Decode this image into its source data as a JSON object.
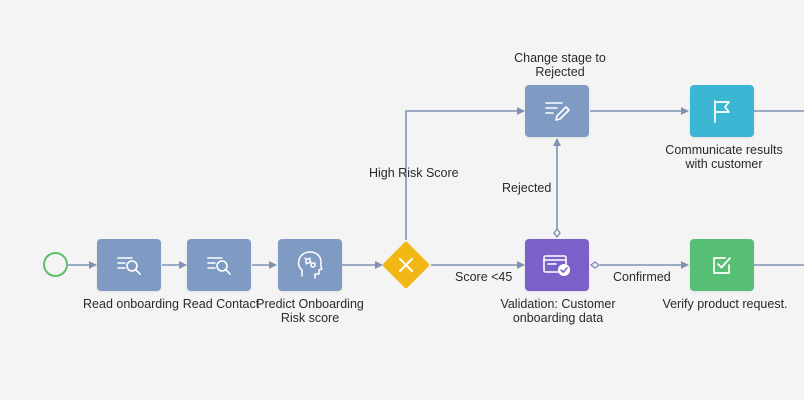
{
  "diagram": {
    "nodes": {
      "read_onboarding": {
        "label": "Read onboarding",
        "icon": "read-data-icon",
        "color": "#7f9bc4"
      },
      "read_contact": {
        "label": "Read Contact",
        "icon": "read-data-icon",
        "color": "#7f9bc4"
      },
      "predict_risk": {
        "label_line1": "Predict Onboarding",
        "label_line2": "Risk score",
        "icon": "ai-brain-icon",
        "color": "#7f9bc4"
      },
      "change_stage": {
        "label_line1": "Change stage to",
        "label_line2": "Rejected",
        "icon": "edit-data-icon",
        "color": "#7f9bc4"
      },
      "communicate": {
        "label_line1": "Communicate results",
        "label_line2": "with customer",
        "icon": "flag-icon",
        "color": "#3bb7d3"
      },
      "validation": {
        "label_line1": "Validation: Customer",
        "label_line2": "onboarding data",
        "icon": "user-task-icon",
        "color": "#7c60c9"
      },
      "verify": {
        "label": "Verify product request.",
        "icon": "checkbox-icon",
        "color": "#57bf73"
      }
    },
    "gateway": {
      "icon": "exclusive-gateway-icon",
      "color": "#f1b815"
    },
    "start_event": {
      "color": "#5cc06a"
    },
    "edges": {
      "high_risk": "High Risk Score",
      "score_low": "Score <45",
      "rejected": "Rejected",
      "confirmed": "Confirmed"
    },
    "connector_color": "#7f93b3"
  }
}
